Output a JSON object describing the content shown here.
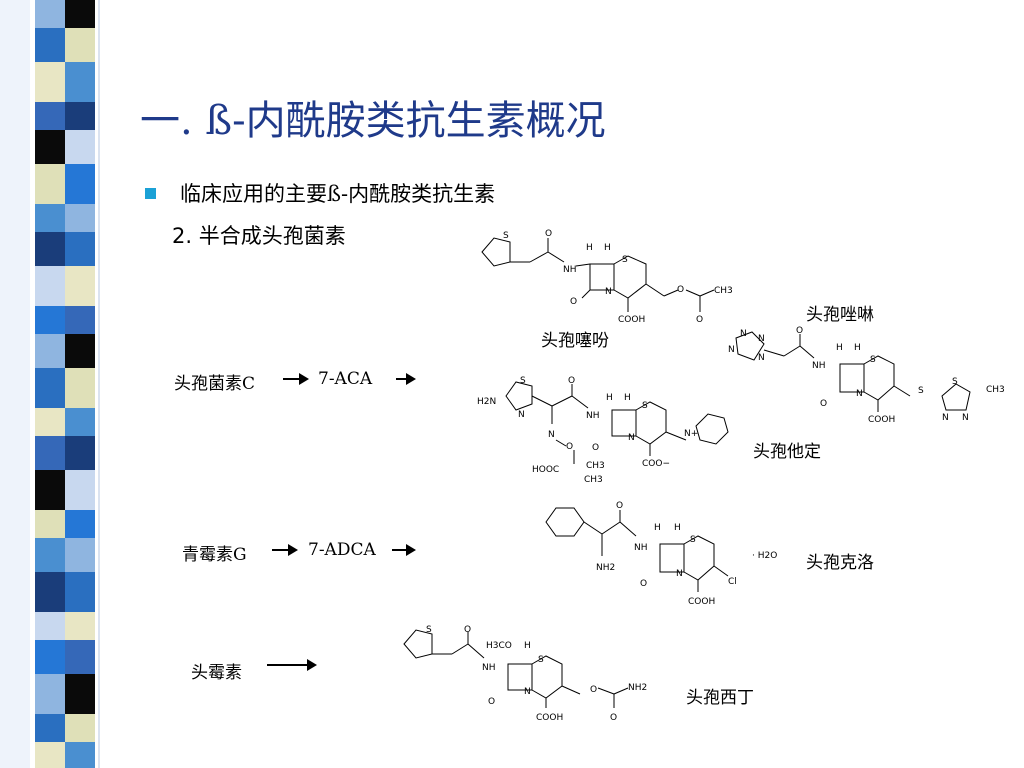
{
  "title": "一. ß-内酰胺类抗生素概况",
  "bullet": "临床应用的主要ß-内酰胺类抗生素",
  "subheading": "2. 半合成头孢菌素",
  "colors": {
    "title": "#1f3a8a",
    "bullet": "#1ba1d6",
    "strip": [
      "#8fb5e0",
      "#2a6fc0",
      "#e8e6c4",
      "#3568b8",
      "#0a0a0a",
      "#dfe0b8",
      "#4a8fd0",
      "#1a3d7a",
      "#c8d8ef",
      "#2577d6"
    ]
  },
  "paths": [
    {
      "source": "头孢菌素C",
      "middle": "7-ACA"
    },
    {
      "source": "青霉素G",
      "middle": "7-ADCA"
    },
    {
      "source": "头霉素"
    }
  ],
  "drugs": [
    "头孢噻吩",
    "头孢唑啉",
    "头孢他定",
    "头孢克洛",
    "头孢西丁"
  ],
  "structures": {
    "s": "S",
    "n": "N",
    "nh": "NH",
    "h": "H",
    "o": "O",
    "cooh": "COOH",
    "ch3": "CH3",
    "h2n": "H2N",
    "hooc": "HOOC",
    "coo_minus": "COO−",
    "n_plus": "N+",
    "nh2": "NH2",
    "cl": "Cl",
    "h3co": "H3CO",
    "hydrate": "· H2O"
  }
}
